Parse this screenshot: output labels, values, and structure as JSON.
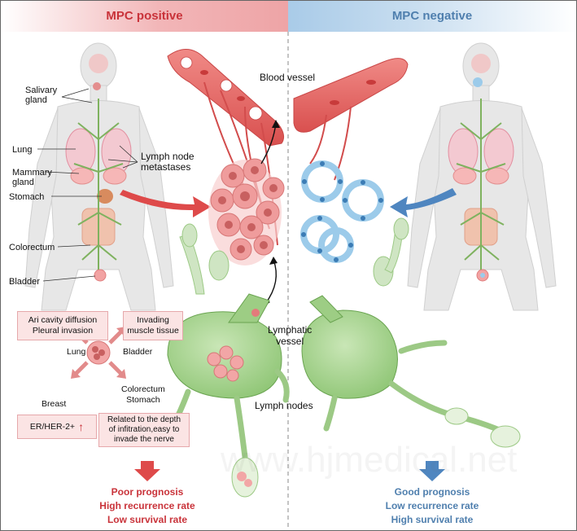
{
  "headers": {
    "positive": "MPC positive",
    "negative": "MPC negative"
  },
  "organ_labels": {
    "salivary": "Salivary\ngland",
    "lung": "Lung",
    "mammary": "Mammary\ngland",
    "stomach": "Stomach",
    "colorectum": "Colorectum",
    "bladder": "Bladder"
  },
  "structure_labels": {
    "blood_vessel": "Blood vessel",
    "lymph_node_metastases": "Lymph node\nmetastases",
    "lymphatic_vessel": "Lymphatic\nvessel",
    "lymph_nodes": "Lymph nodes"
  },
  "features": {
    "lung_box": "Ari cavity diffusion\nPleural invasion",
    "bladder_box": "Invading\nmuscle tissue",
    "lung_label": "Lung",
    "bladder_label": "Bladder",
    "breast_label": "Breast",
    "colorectum_stomach_label": "Colorectum\nStomach",
    "breast_box": "ER/HER-2+",
    "breast_box_arrow": "↑",
    "colorectum_box": "Related to the depth\nof infitration,easy to\ninvade the nerve"
  },
  "outcome_positive": [
    "Poor prognosis",
    "High recurrence rate",
    "Low survival rate"
  ],
  "outcome_negative": [
    "Good prognosis",
    "Low recurrence rate",
    "High survival rate"
  ],
  "watermark": "www.hjmedical.net",
  "colors": {
    "positive_red": "#c9333a",
    "negative_blue": "#4f7fae",
    "vessel_red": "#e35e5e",
    "node_green": "#a6d28e",
    "tumor_pink": "#ee9a9a",
    "cluster_blue": "#9ecfee"
  }
}
